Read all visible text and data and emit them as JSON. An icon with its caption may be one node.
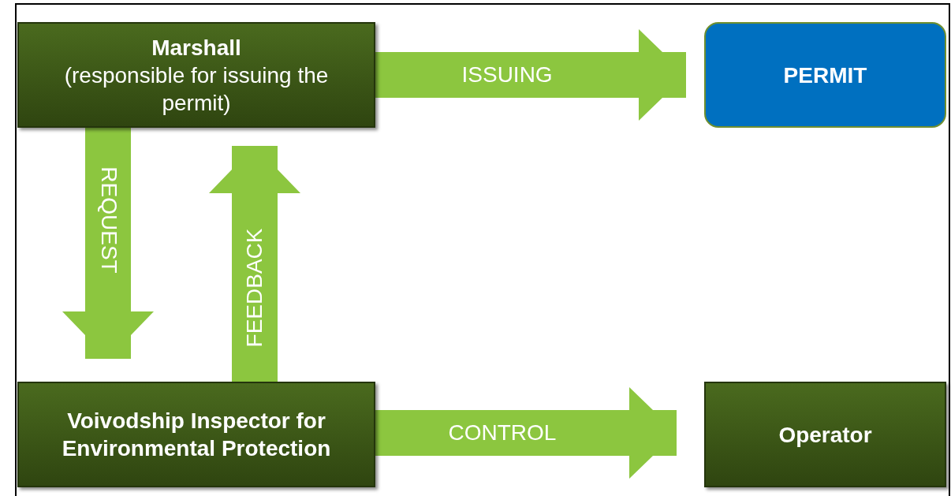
{
  "diagram": {
    "nodes": [
      {
        "text": [
          "Marshall",
          "(responsible for issuing the permit)"
        ]
      },
      {
        "text": [
          "PERMIT"
        ]
      },
      {
        "text": [
          "Voivodship Inspector for Environmental Protection"
        ]
      },
      {
        "text": [
          "Operator"
        ]
      }
    ],
    "edges": [
      {
        "from": 0,
        "to": 1,
        "arrow": "to",
        "label": "ISSUING"
      },
      {
        "from": 0,
        "to": 2,
        "arrow": "to",
        "label": "REQUEST"
      },
      {
        "from": 2,
        "to": 0,
        "arrow": "to",
        "label": "FEEDBACK"
      },
      {
        "from": 2,
        "to": 3,
        "arrow": "to",
        "label": "CONTROL"
      }
    ]
  }
}
